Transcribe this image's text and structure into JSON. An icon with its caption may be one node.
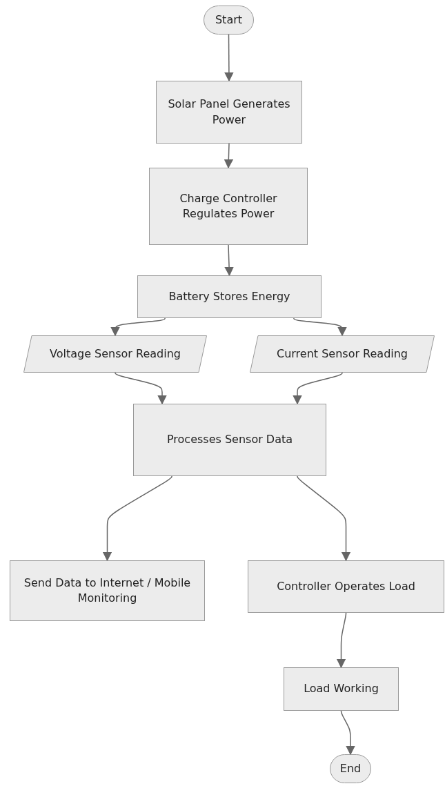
{
  "diagram": {
    "nodes": [
      {
        "text": [
          "Start"
        ]
      },
      {
        "text": [
          "Solar Panel Generates Power"
        ]
      },
      {
        "text": [
          "Charge Controller Regulates Power"
        ]
      },
      {
        "text": [
          "Battery Stores Energy"
        ]
      },
      {
        "text": [
          "Voltage Sensor Reading"
        ]
      },
      {
        "text": [
          "Current Sensor Reading"
        ]
      },
      {
        "text": [
          "Processes Sensor Data"
        ]
      },
      {
        "text": [
          "Send Data to Internet / Mobile Monitoring"
        ]
      },
      {
        "text": [
          "Controller Operates Load"
        ]
      },
      {
        "text": [
          "Load Working"
        ]
      },
      {
        "text": [
          "End"
        ]
      }
    ],
    "edges": [
      {
        "from": 0,
        "to": 1,
        "arrow": "to"
      },
      {
        "from": 1,
        "to": 2,
        "arrow": "to"
      },
      {
        "from": 2,
        "to": 3,
        "arrow": "to"
      },
      {
        "from": 3,
        "to": 4,
        "arrow": "to"
      },
      {
        "from": 3,
        "to": 5,
        "arrow": "to"
      },
      {
        "from": 4,
        "to": 6,
        "arrow": "to"
      },
      {
        "from": 5,
        "to": 6,
        "arrow": "to"
      },
      {
        "from": 6,
        "to": 7,
        "arrow": "to"
      },
      {
        "from": 6,
        "to": 8,
        "arrow": "to"
      },
      {
        "from": 8,
        "to": 9,
        "arrow": "to"
      },
      {
        "from": 9,
        "to": 10,
        "arrow": "to"
      }
    ]
  }
}
